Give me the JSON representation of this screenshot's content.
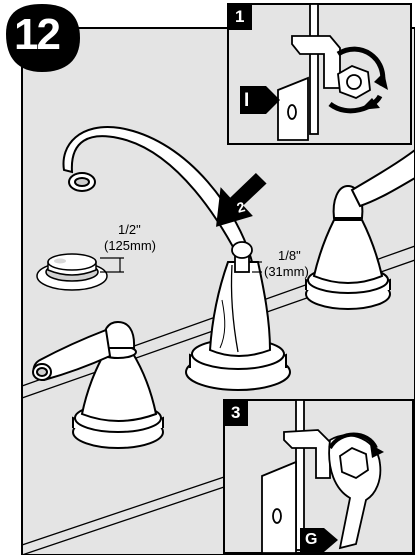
{
  "step": {
    "number": "12"
  },
  "insets": [
    {
      "number": "1",
      "part_label": "I"
    },
    {
      "number": "3",
      "part_label": "G"
    }
  ],
  "arrow_callout": {
    "number": "2"
  },
  "measurements": [
    {
      "fraction": "1/2\"",
      "metric": "(125mm)"
    },
    {
      "fraction": "1/8\"",
      "metric": "(31mm)"
    }
  ],
  "colors": {
    "ink": "#000000",
    "shade": "#e4e4e4",
    "paper": "#ffffff"
  }
}
